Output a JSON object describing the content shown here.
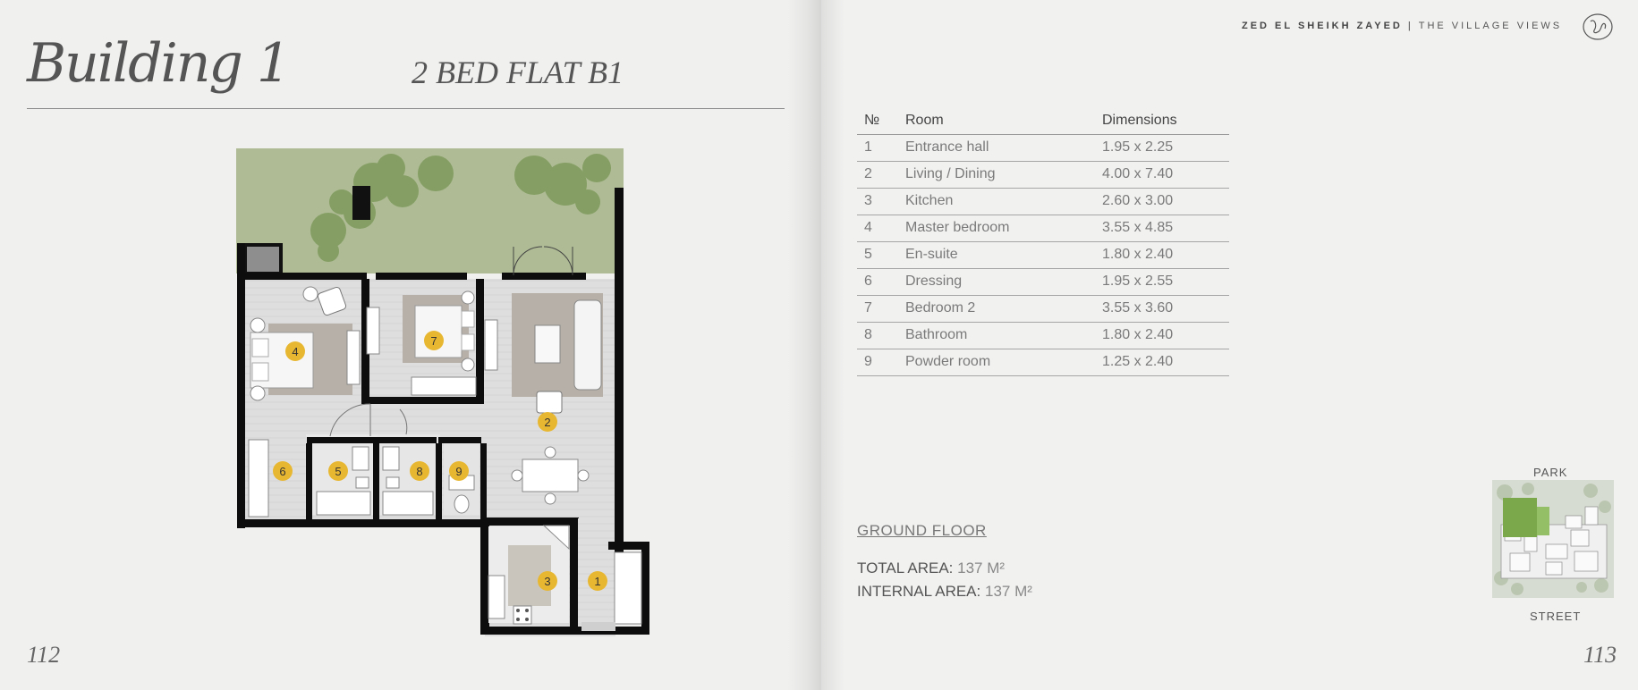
{
  "left_page": {
    "building_title": "Building 1",
    "flat_title": "2 BED FLAT B1",
    "page_number": "112"
  },
  "right_page": {
    "brand": {
      "project": "ZED EL SHEIKH ZAYED",
      "separator": "|",
      "subtitle": "THE VILLAGE VIEWS"
    },
    "page_number": "113",
    "table": {
      "headers": [
        "№",
        "Room",
        "Dimensions"
      ],
      "rows": [
        [
          "1",
          "Entrance hall",
          "1.95 x 2.25"
        ],
        [
          "2",
          "Living / Dining",
          "4.00 x 7.40"
        ],
        [
          "3",
          "Kitchen",
          "2.60 x 3.00"
        ],
        [
          "4",
          "Master bedroom",
          "3.55 x 4.85"
        ],
        [
          "5",
          "En-suite",
          "1.80 x 2.40"
        ],
        [
          "6",
          "Dressing",
          "1.95 x 2.55"
        ],
        [
          "7",
          "Bedroom 2",
          "3.55 x 3.60"
        ],
        [
          "8",
          "Bathroom",
          "1.80 x 2.40"
        ],
        [
          "9",
          "Powder room",
          "1.25 x 2.40"
        ]
      ]
    },
    "floor_label": "GROUND FLOOR",
    "total_area": {
      "label": "TOTAL AREA:",
      "value": "137 M²"
    },
    "internal_area": {
      "label": "INTERNAL AREA:",
      "value": "137 M²"
    },
    "site_plan": {
      "top_label": "PARK",
      "bottom_label": "STREET"
    }
  },
  "floor_plan": {
    "room_markers": [
      "1",
      "2",
      "3",
      "4",
      "5",
      "6",
      "7",
      "8",
      "9"
    ]
  },
  "colors": {
    "page_background": "#f0f0ef",
    "wall": "#0d0d0d",
    "floor": "#dcdcdc",
    "garden": "#a4b48a",
    "marker": "#e8b731",
    "rug": "#b8b2aa",
    "site_highlight": "#7aa84a"
  }
}
